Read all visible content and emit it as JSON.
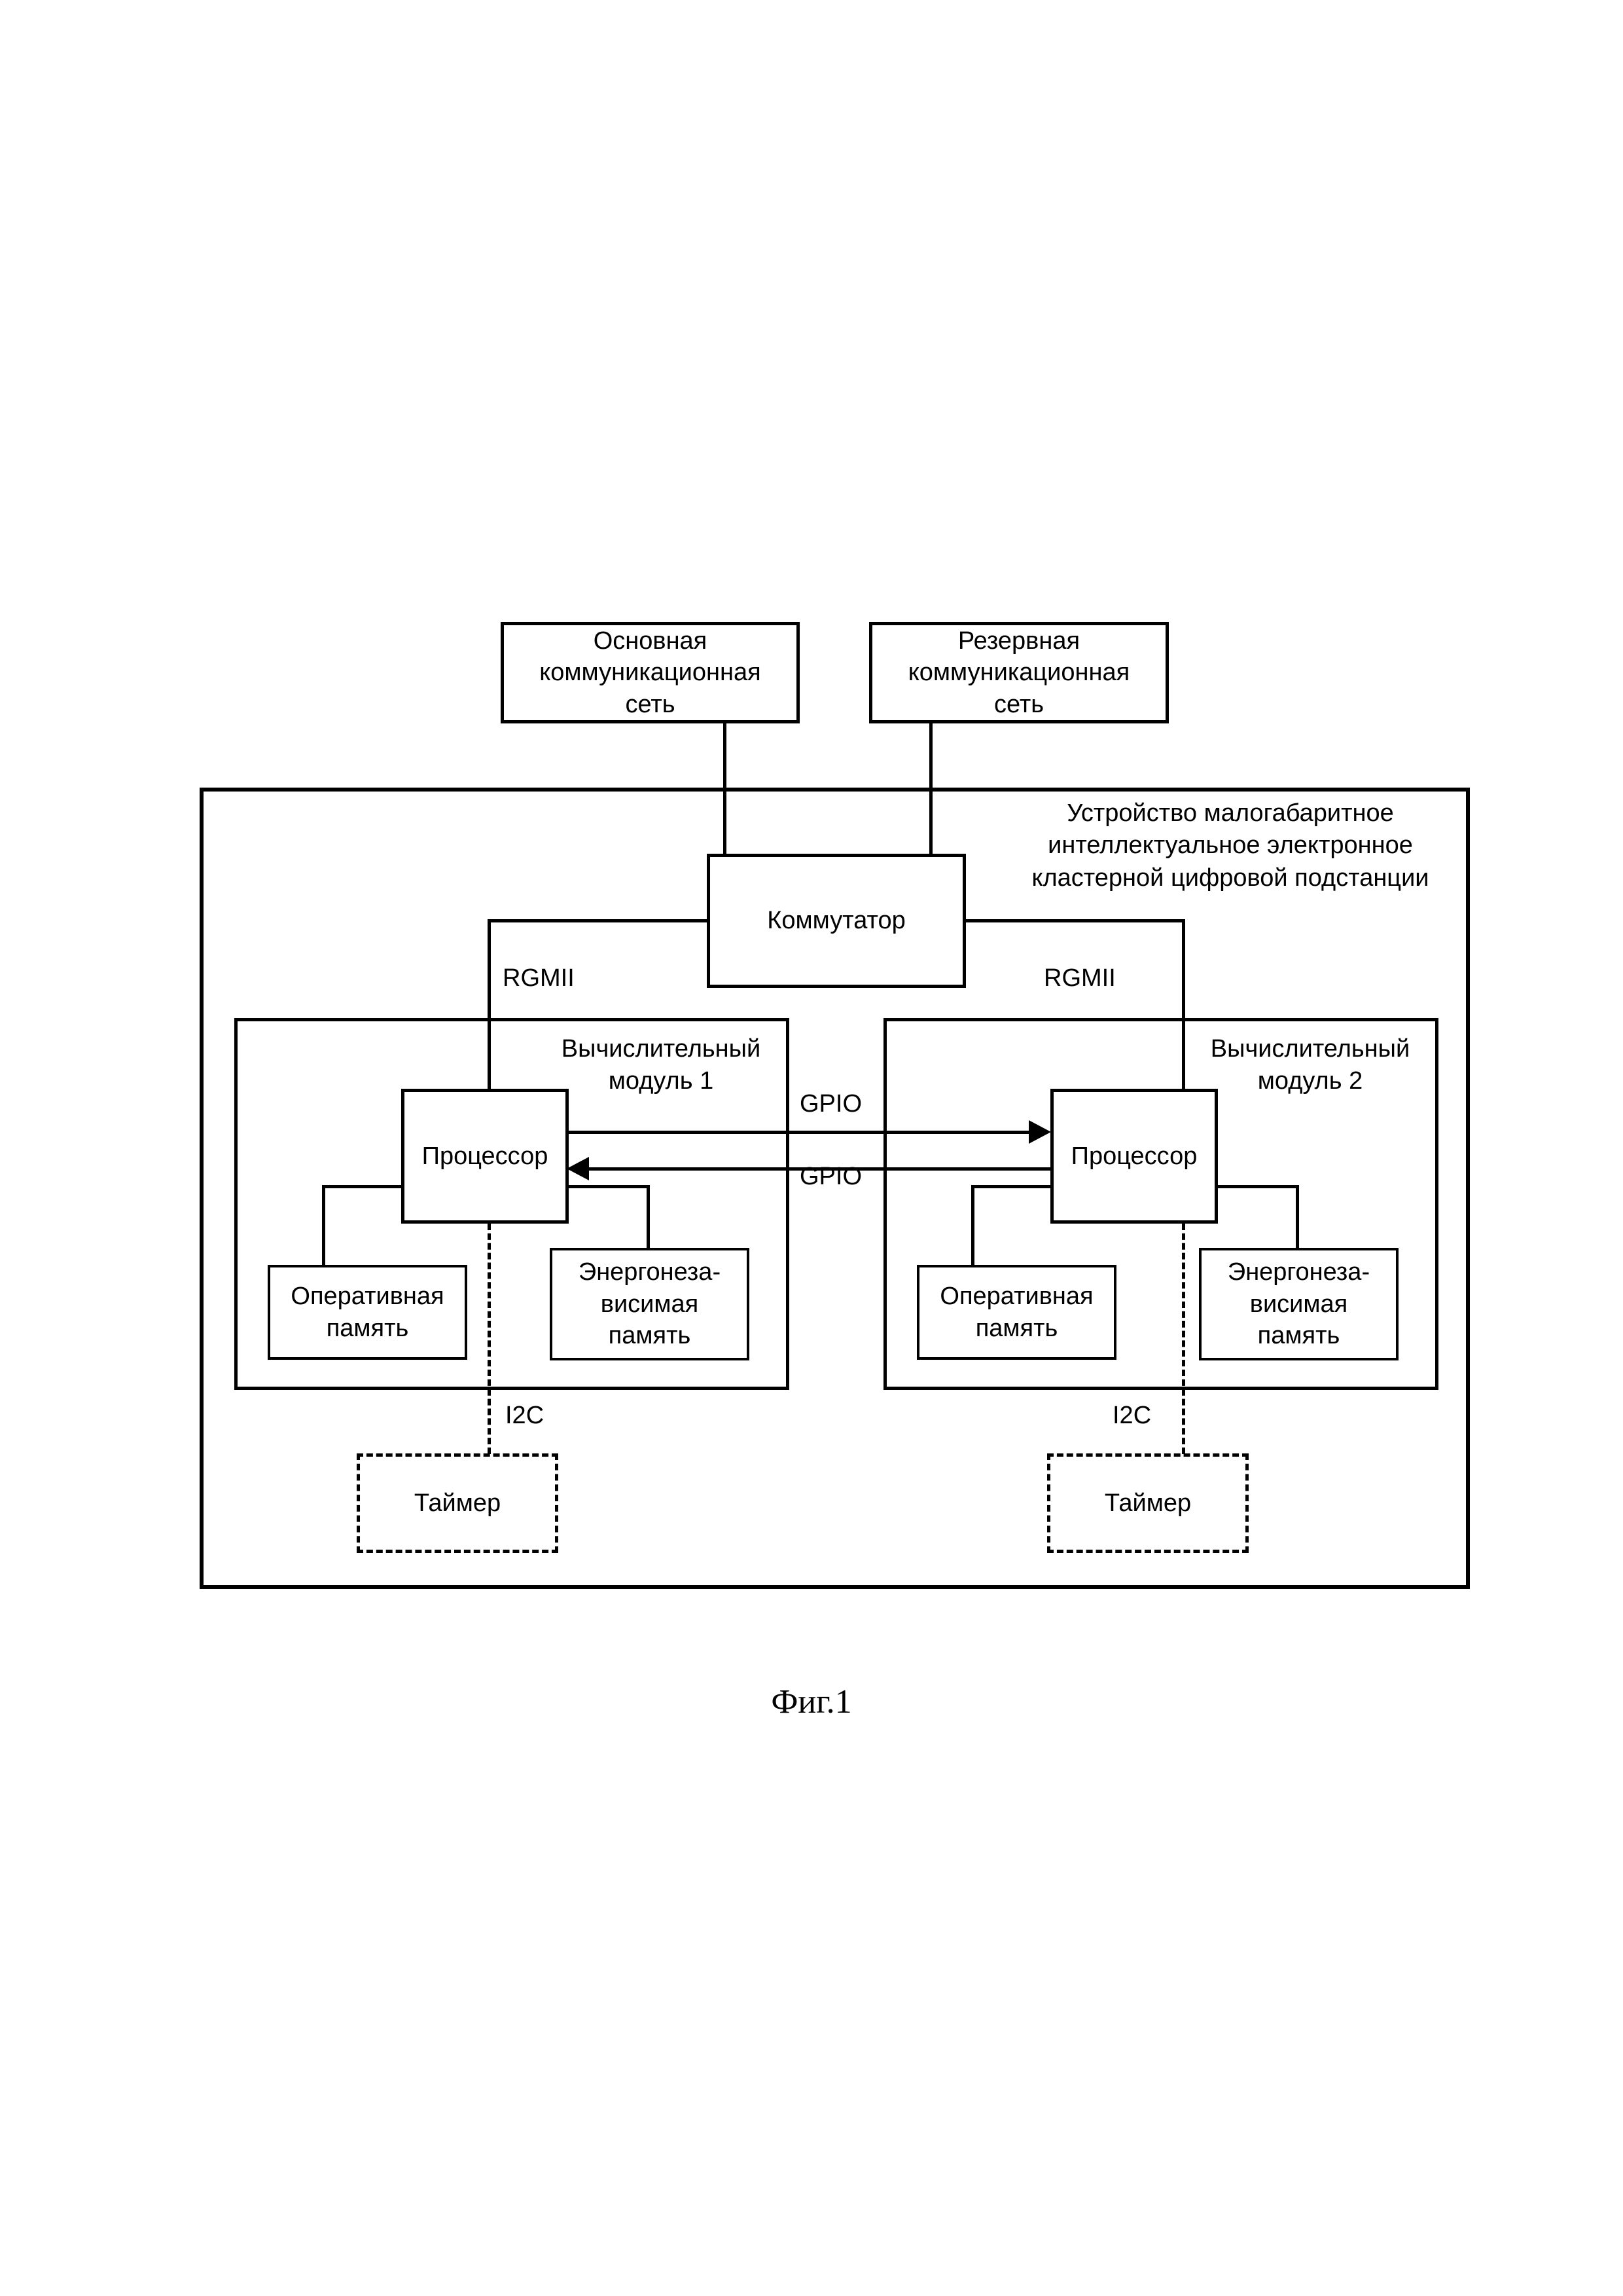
{
  "figure": {
    "caption": "Фиг.1",
    "device_title": "Устройство малогабаритное\nинтеллектуальное электронное\nкластерной цифровой подстанции"
  },
  "networks": {
    "primary": "Основная\nкоммуникационная\nсеть",
    "backup": "Резервная\nкоммуникационная\nсеть"
  },
  "switch": {
    "label": "Коммутатор",
    "link_left": "RGMII",
    "link_right": "RGMII"
  },
  "module1": {
    "title": "Вычислительный\nмодуль 1",
    "processor": "Процессор",
    "ram": "Оперативная\nпамять",
    "nvm": "Энергонеза-\nвисимая\nпамять",
    "timer": "Таймер",
    "timer_bus": "I2C"
  },
  "module2": {
    "title": "Вычислительный\nмодуль 2",
    "processor": "Процессор",
    "ram": "Оперативная\nпамять",
    "nvm": "Энергонеза-\nвисимая\nпамять",
    "timer": "Таймер",
    "timer_bus": "I2C"
  },
  "interconnect": {
    "gpio_forward": "GPIO",
    "gpio_reverse": "GPIO"
  },
  "colors": {
    "stroke": "#000000",
    "background": "#ffffff"
  }
}
